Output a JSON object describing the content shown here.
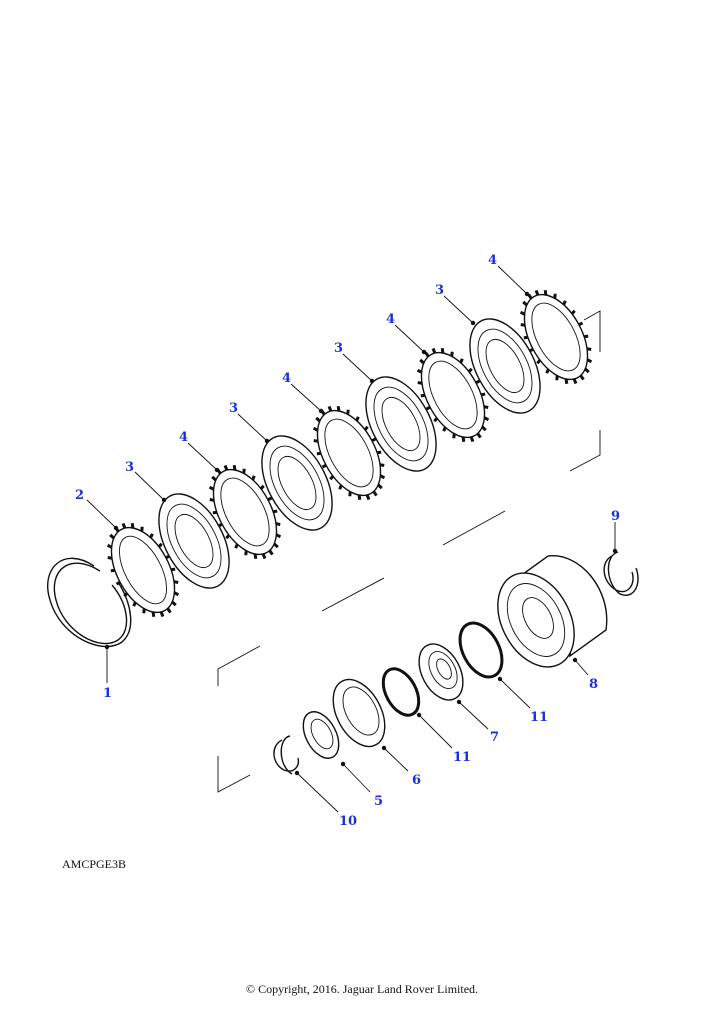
{
  "diagram": {
    "reference_code": "AMCPGE3B",
    "copyright": "© Copyright, 2016. Jaguar Land Rover Limited.",
    "callouts": [
      {
        "id": "c1",
        "label": "1"
      },
      {
        "id": "c2",
        "label": "2"
      },
      {
        "id": "c3a",
        "label": "3"
      },
      {
        "id": "c4a",
        "label": "4"
      },
      {
        "id": "c3b",
        "label": "3"
      },
      {
        "id": "c4b",
        "label": "4"
      },
      {
        "id": "c3c",
        "label": "3"
      },
      {
        "id": "c4c",
        "label": "4"
      },
      {
        "id": "c3d",
        "label": "3"
      },
      {
        "id": "c4d",
        "label": "4"
      },
      {
        "id": "c5",
        "label": "5"
      },
      {
        "id": "c6",
        "label": "6"
      },
      {
        "id": "c7",
        "label": "7"
      },
      {
        "id": "c8",
        "label": "8"
      },
      {
        "id": "c9",
        "label": "9"
      },
      {
        "id": "c10",
        "label": "10"
      },
      {
        "id": "c11a",
        "label": "11"
      },
      {
        "id": "c11b",
        "label": "11"
      }
    ],
    "callout_color": "#1a2fd6",
    "line_color": "#111111"
  }
}
